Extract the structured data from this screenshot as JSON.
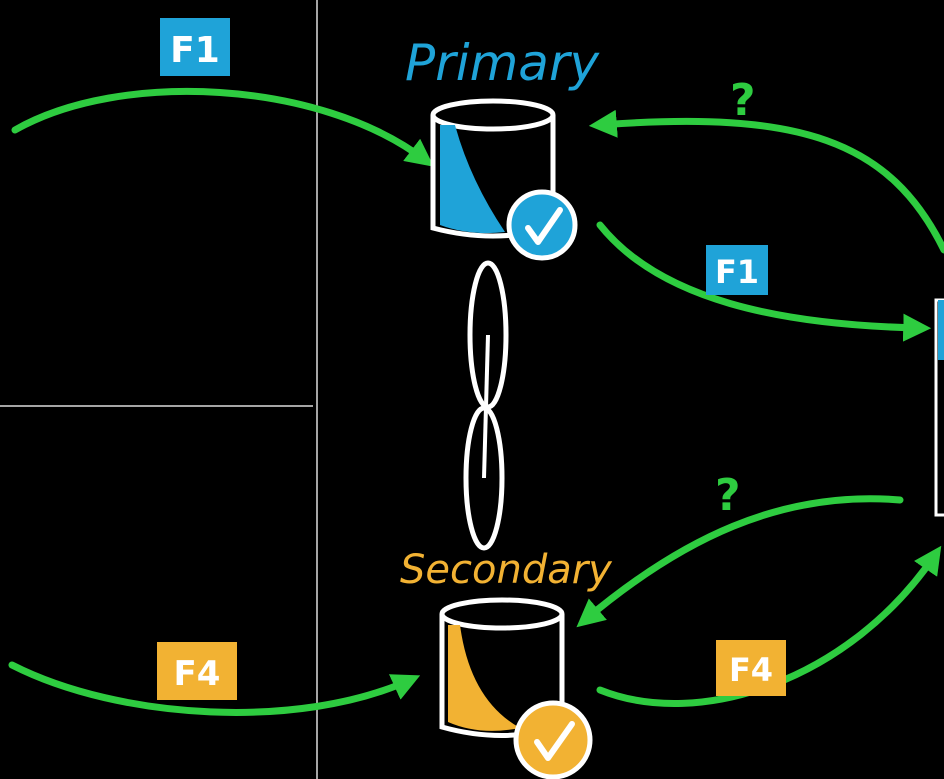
{
  "labels": {
    "primary": "Primary",
    "secondary": "Secondary",
    "question_top": "?",
    "question_bottom": "?",
    "checkmark": "✓"
  },
  "badges": {
    "f1_top": "F1",
    "f1_right": "F1",
    "f4_bottom_left": "F4",
    "f4_bottom_right": "F4"
  },
  "colors": {
    "background": "#000000",
    "arrow": "#2ecc40",
    "primary": "#1fa3d8",
    "secondary": "#f2b233",
    "outline": "#ffffff",
    "divider": "#dcdcdc"
  }
}
